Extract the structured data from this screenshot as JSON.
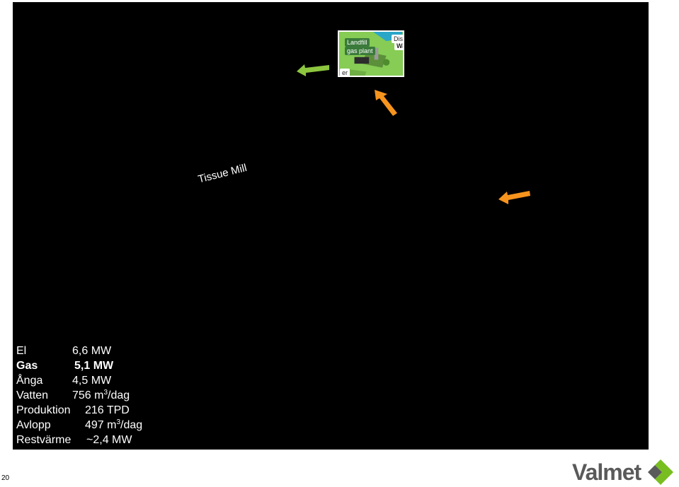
{
  "diagram": {
    "tissue_label": "Tissue Mill",
    "inset": {
      "landfill": "Landfill",
      "gas_plant": "gas plant",
      "dist": "Dist",
      "wa": "Wa",
      "er": "er"
    },
    "arrow_colors": {
      "green": "#8dc63f",
      "orange": "#f7941d"
    }
  },
  "stats": [
    {
      "label": "El",
      "value": "6,6 MW",
      "sup": "",
      "suffix": ""
    },
    {
      "label": "Gas",
      "value": "5,1 MW",
      "sup": "",
      "suffix": ""
    },
    {
      "label": "Ånga",
      "value": "4,5 MW",
      "sup": "",
      "suffix": ""
    },
    {
      "label": "Vatten",
      "value": "756 m",
      "sup": "3",
      "suffix": "/dag"
    },
    {
      "label": "Produktion",
      "value": "216 TPD",
      "sup": "",
      "suffix": ""
    },
    {
      "label": "Avlopp",
      "value": "497 m",
      "sup": "3",
      "suffix": "/dag"
    },
    {
      "label": "Restvärme",
      "value": "~2,4 MW",
      "sup": "",
      "suffix": ""
    }
  ],
  "footer": {
    "page_number": "20",
    "logo_text": "Valmet",
    "logo_colors": {
      "text": "#5a5a5a",
      "green": "#78be20"
    }
  }
}
